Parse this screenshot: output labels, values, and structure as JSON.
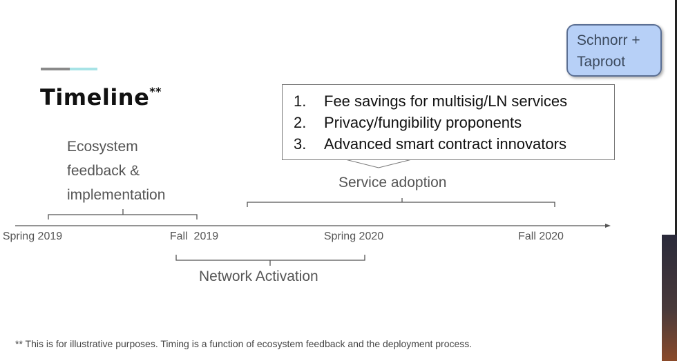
{
  "title": "Timeline",
  "title_mark": "**",
  "badge": {
    "line1": "Schnorr +",
    "line2": "Taproot"
  },
  "callout": [
    {
      "num": "1.",
      "text": "Fee savings for multisig/LN services"
    },
    {
      "num": "2.",
      "text": "Privacy/fungibility proponents"
    },
    {
      "num": "3.",
      "text": "Advanced smart contract innovators"
    }
  ],
  "phases": {
    "ecosystem": [
      "Ecosystem",
      "feedback &",
      "implementation"
    ],
    "service": "Service adoption",
    "network": "Network Activation"
  },
  "axis_ticks": [
    "Spring 2019",
    "Fall  2019",
    "Spring 2020",
    "Fall 2020"
  ],
  "footnote": "** This is for illustrative purposes. Timing is a function of ecosystem feedback and the deployment process."
}
